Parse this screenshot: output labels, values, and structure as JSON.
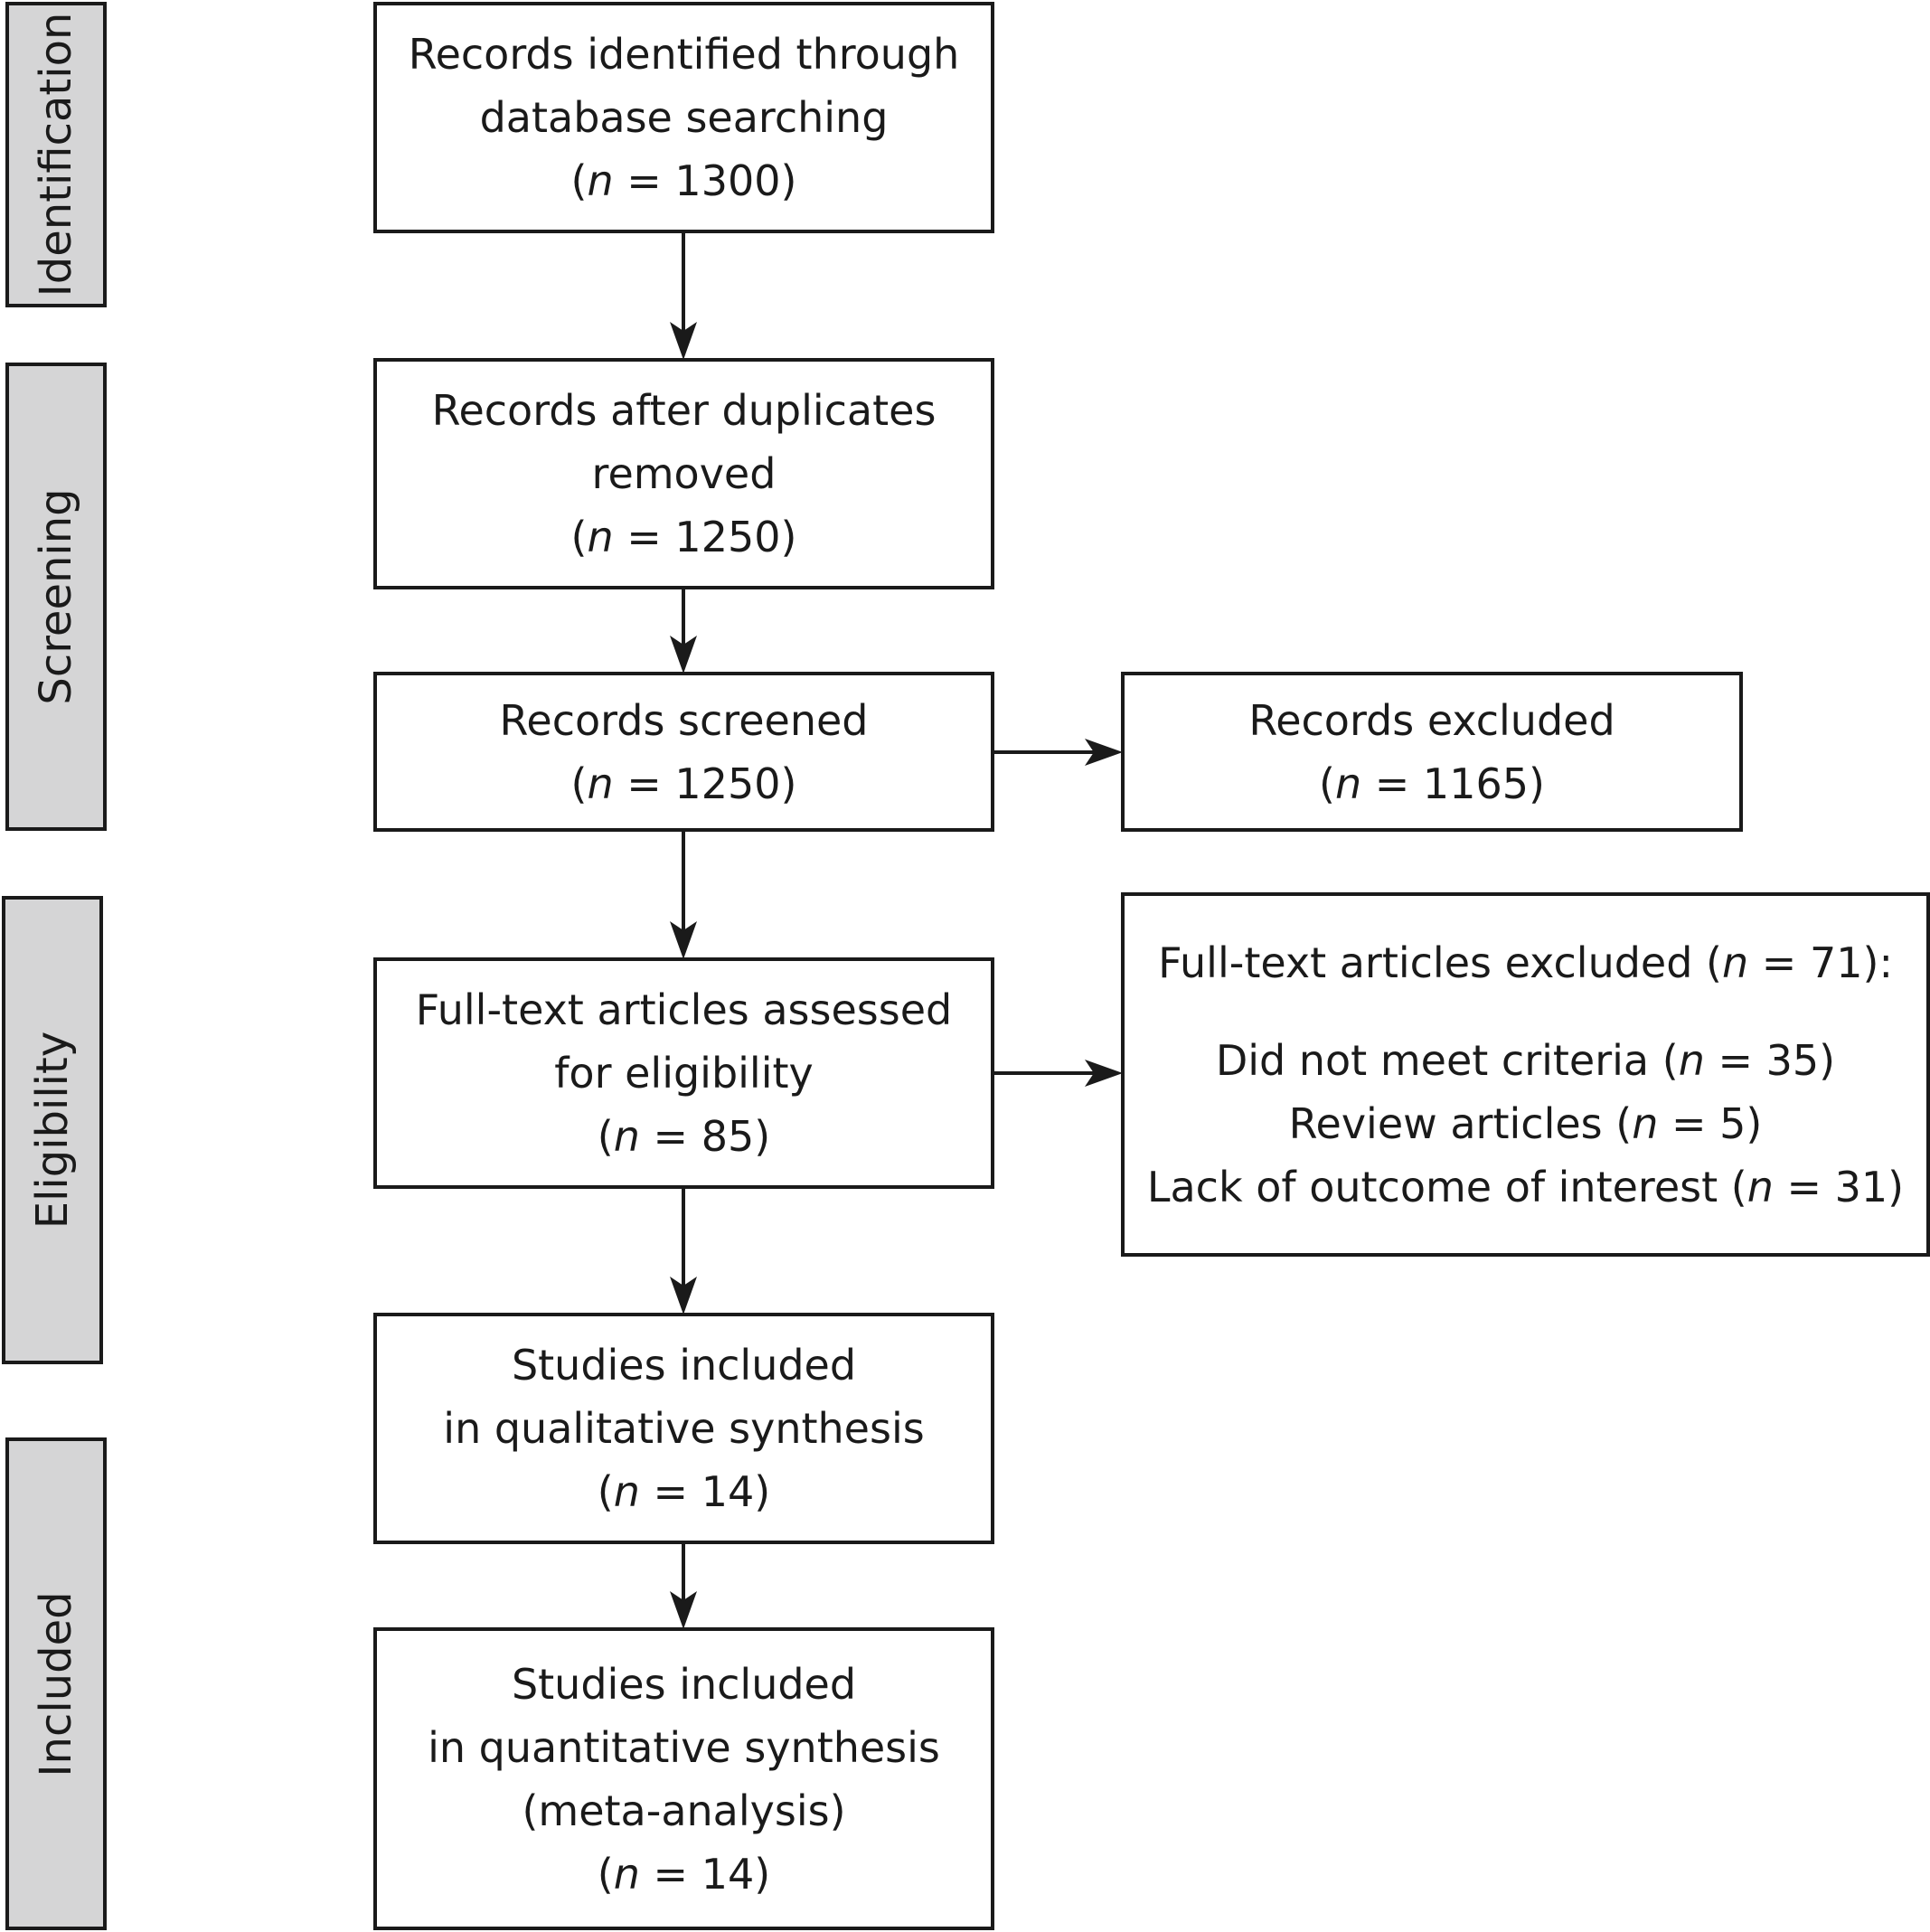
{
  "stages": [
    {
      "id": "identification",
      "label": "Identification"
    },
    {
      "id": "screening",
      "label": "Screening"
    },
    {
      "id": "eligibility",
      "label": "Eligibility"
    },
    {
      "id": "included",
      "label": "Included"
    }
  ],
  "boxes": {
    "identified": {
      "lines": [
        "Records identified through",
        "database searching"
      ],
      "n_label": "n",
      "n_eq": " = 1300"
    },
    "after_duplicates": {
      "lines": [
        "Records after duplicates",
        "removed"
      ],
      "n_label": "n",
      "n_eq": " = 1250"
    },
    "screened": {
      "lines": [
        "Records screened"
      ],
      "n_label": "n",
      "n_eq": " = 1250"
    },
    "excluded": {
      "lines": [
        "Records excluded"
      ],
      "n_label": "n",
      "n_eq": " = 1165"
    },
    "full_text": {
      "lines": [
        "Full-text articles assessed",
        "for eligibility"
      ],
      "n_label": "n",
      "n_eq": " = 85"
    },
    "full_text_excluded": {
      "heading_pre": "Full-text articles excluded (",
      "heading_n": "n",
      "heading_post": " = 71):",
      "items": [
        {
          "pre": "Did not meet criteria (",
          "n": "n",
          "post": " = 35)"
        },
        {
          "pre": "Review articles (",
          "n": "n",
          "post": " = 5)"
        },
        {
          "pre": "Lack of outcome of interest (",
          "n": "n",
          "post": " = 31)"
        }
      ]
    },
    "qualitative": {
      "lines": [
        "Studies included",
        "in qualitative synthesis"
      ],
      "n_label": "n",
      "n_eq": " = 14"
    },
    "quantitative": {
      "lines": [
        "Studies included",
        "in quantitative synthesis",
        "(meta-analysis)"
      ],
      "n_label": "n",
      "n_eq": " = 14"
    }
  }
}
